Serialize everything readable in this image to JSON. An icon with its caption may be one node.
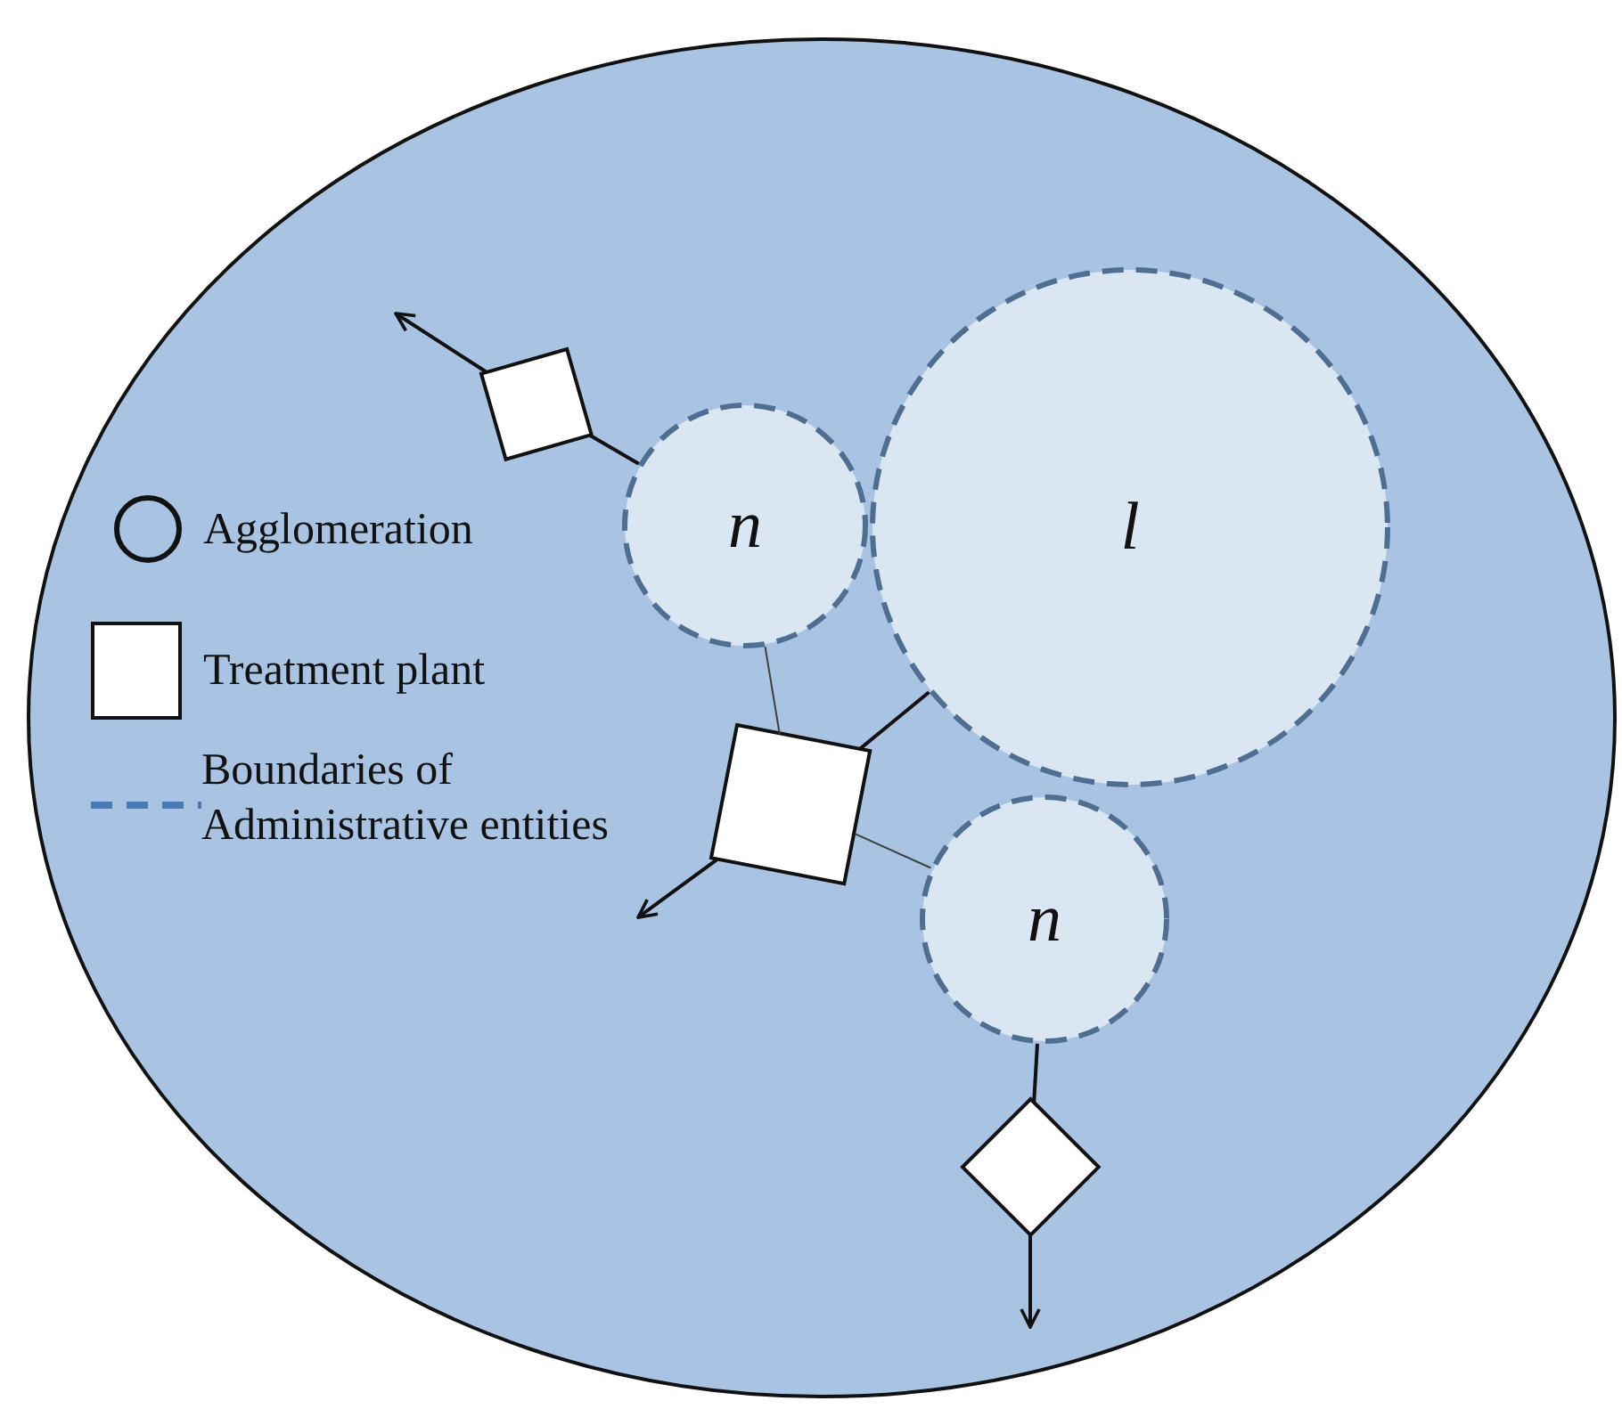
{
  "diagram": {
    "nodes": [
      {
        "text": [],
        "shape": "ellipse"
      },
      {
        "text": [
          "n"
        ],
        "in": 0
      },
      {
        "text": [
          "l"
        ],
        "in": 0
      },
      {
        "text": [
          "n"
        ],
        "in": 0
      },
      {
        "text": [],
        "shape": "box",
        "in": 0
      },
      {
        "text": [],
        "shape": "box",
        "in": 0
      },
      {
        "text": [],
        "shape": "diamond",
        "in": 0
      }
    ],
    "edges": [
      {
        "from": 4,
        "to": null,
        "arrow": "to"
      },
      {
        "from": 1,
        "to": 4,
        "arrow": "none"
      },
      {
        "from": 1,
        "to": 5,
        "arrow": "none",
        "color": "#404040"
      },
      {
        "from": 2,
        "to": 5,
        "arrow": "none"
      },
      {
        "from": 5,
        "to": 3,
        "arrow": "none",
        "color": "#404040"
      },
      {
        "from": 5,
        "to": null,
        "arrow": "to"
      },
      {
        "from": 3,
        "to": 6,
        "arrow": "none"
      },
      {
        "from": 6,
        "to": null,
        "arrow": "to"
      }
    ],
    "legend": [
      {
        "text": "Agglomeration"
      },
      {
        "text": "Treatment plant"
      },
      {
        "text": "Boundaries of Administrative entities"
      }
    ]
  }
}
